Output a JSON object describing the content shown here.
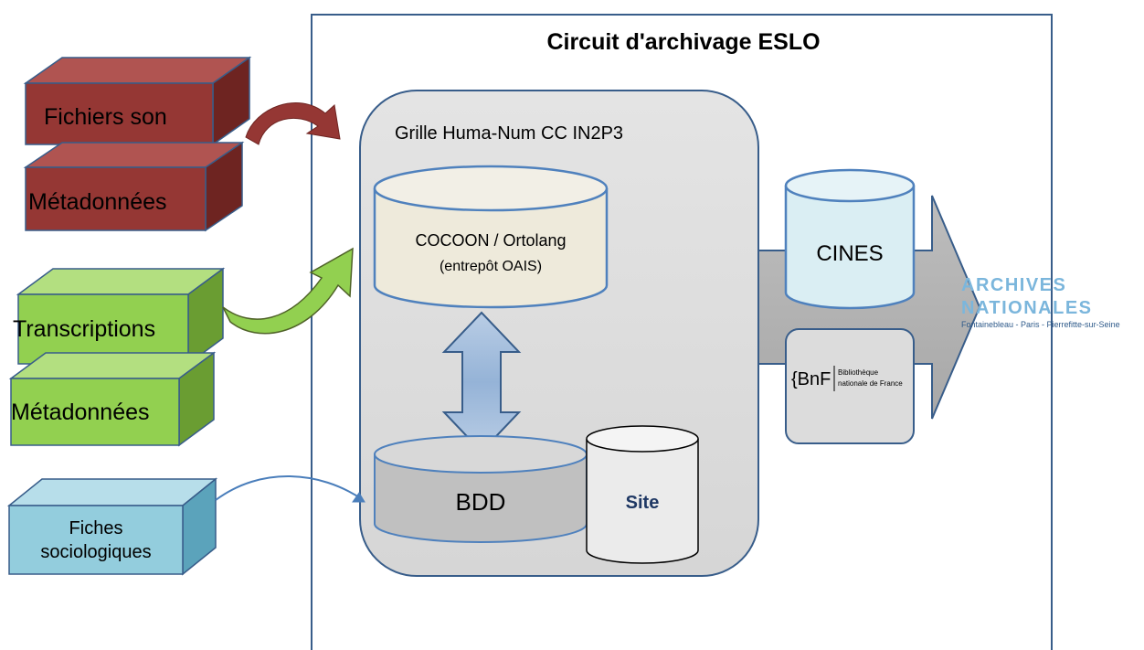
{
  "title": "Circuit d'archivage ESLO",
  "grid_label": "Grille Huma-Num CC IN2P3",
  "sources": {
    "sound_files": "Fichiers son",
    "sound_metadata": "Métadonnées",
    "transcriptions": "Transcriptions",
    "transcription_metadata": "Métadonnées",
    "socio_sheets": [
      "Fiches",
      "sociologiques"
    ]
  },
  "repositories": {
    "cocoon_line1": "COCOON / Ortolang",
    "cocoon_line2": "(entrepôt  OAIS)",
    "bdd": "BDD",
    "site": "Site",
    "cines": "CINES"
  },
  "bnf": {
    "mark": "{BnF",
    "line1": "Bibliothèque",
    "line2": "nationale de France"
  },
  "archives": {
    "line1": "ARCHIVES",
    "line2": "NATIONALES",
    "sub": "Fontainebleau - Paris - Pierrefitte-sur-Seine"
  },
  "colors": {
    "brown": "#953734",
    "green": "#92d050",
    "blue": "#93cddd",
    "frame": "#385d8a",
    "grid_fill": "#dcdcdc",
    "cocoon_fill": "#eeeadb",
    "cines_fill": "#daeef3",
    "archives_blue": "#7bb6dc"
  }
}
